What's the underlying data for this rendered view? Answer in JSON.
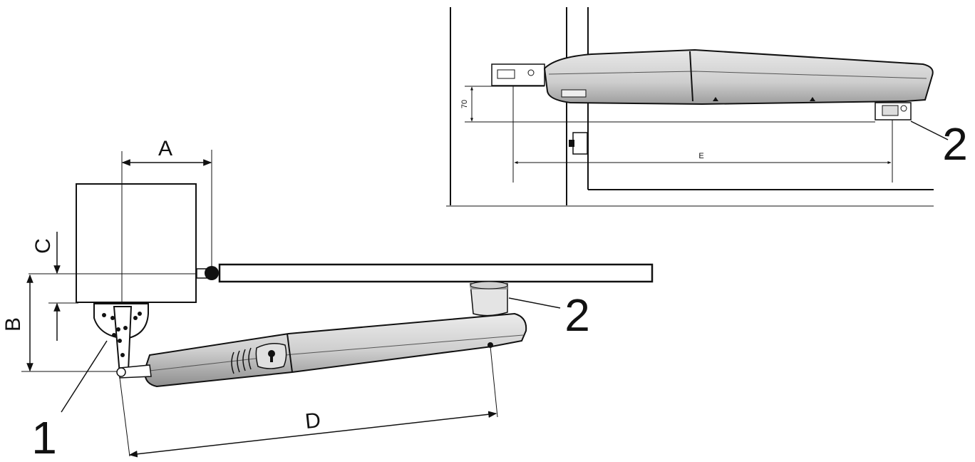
{
  "labels": {
    "a": "A",
    "b": "B",
    "c": "C",
    "d": "D",
    "e": "E",
    "dim_70": "70",
    "callout_1": "1",
    "callout_2_main": "2",
    "callout_2_inset": "2"
  },
  "colors": {
    "line": "#111111",
    "motor_fill": "#d4d4d4",
    "motor_dark": "#9a9a9a",
    "background": "#ffffff"
  }
}
